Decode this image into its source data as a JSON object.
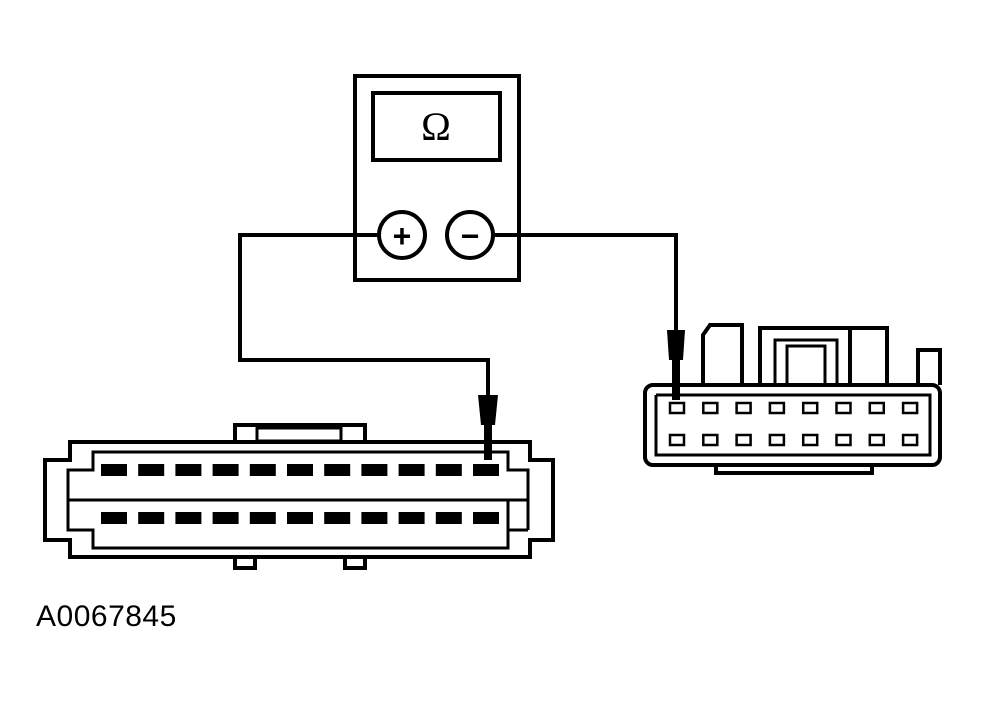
{
  "figure_id": "A0067845",
  "meter": {
    "display_symbol": "Ω",
    "positive_terminal": "+",
    "negative_terminal": "−"
  },
  "left_connector": {
    "pin_rows": 2,
    "pins_per_row": 11
  },
  "right_connector": {
    "pin_rows": 2,
    "pins_per_row": 8
  }
}
